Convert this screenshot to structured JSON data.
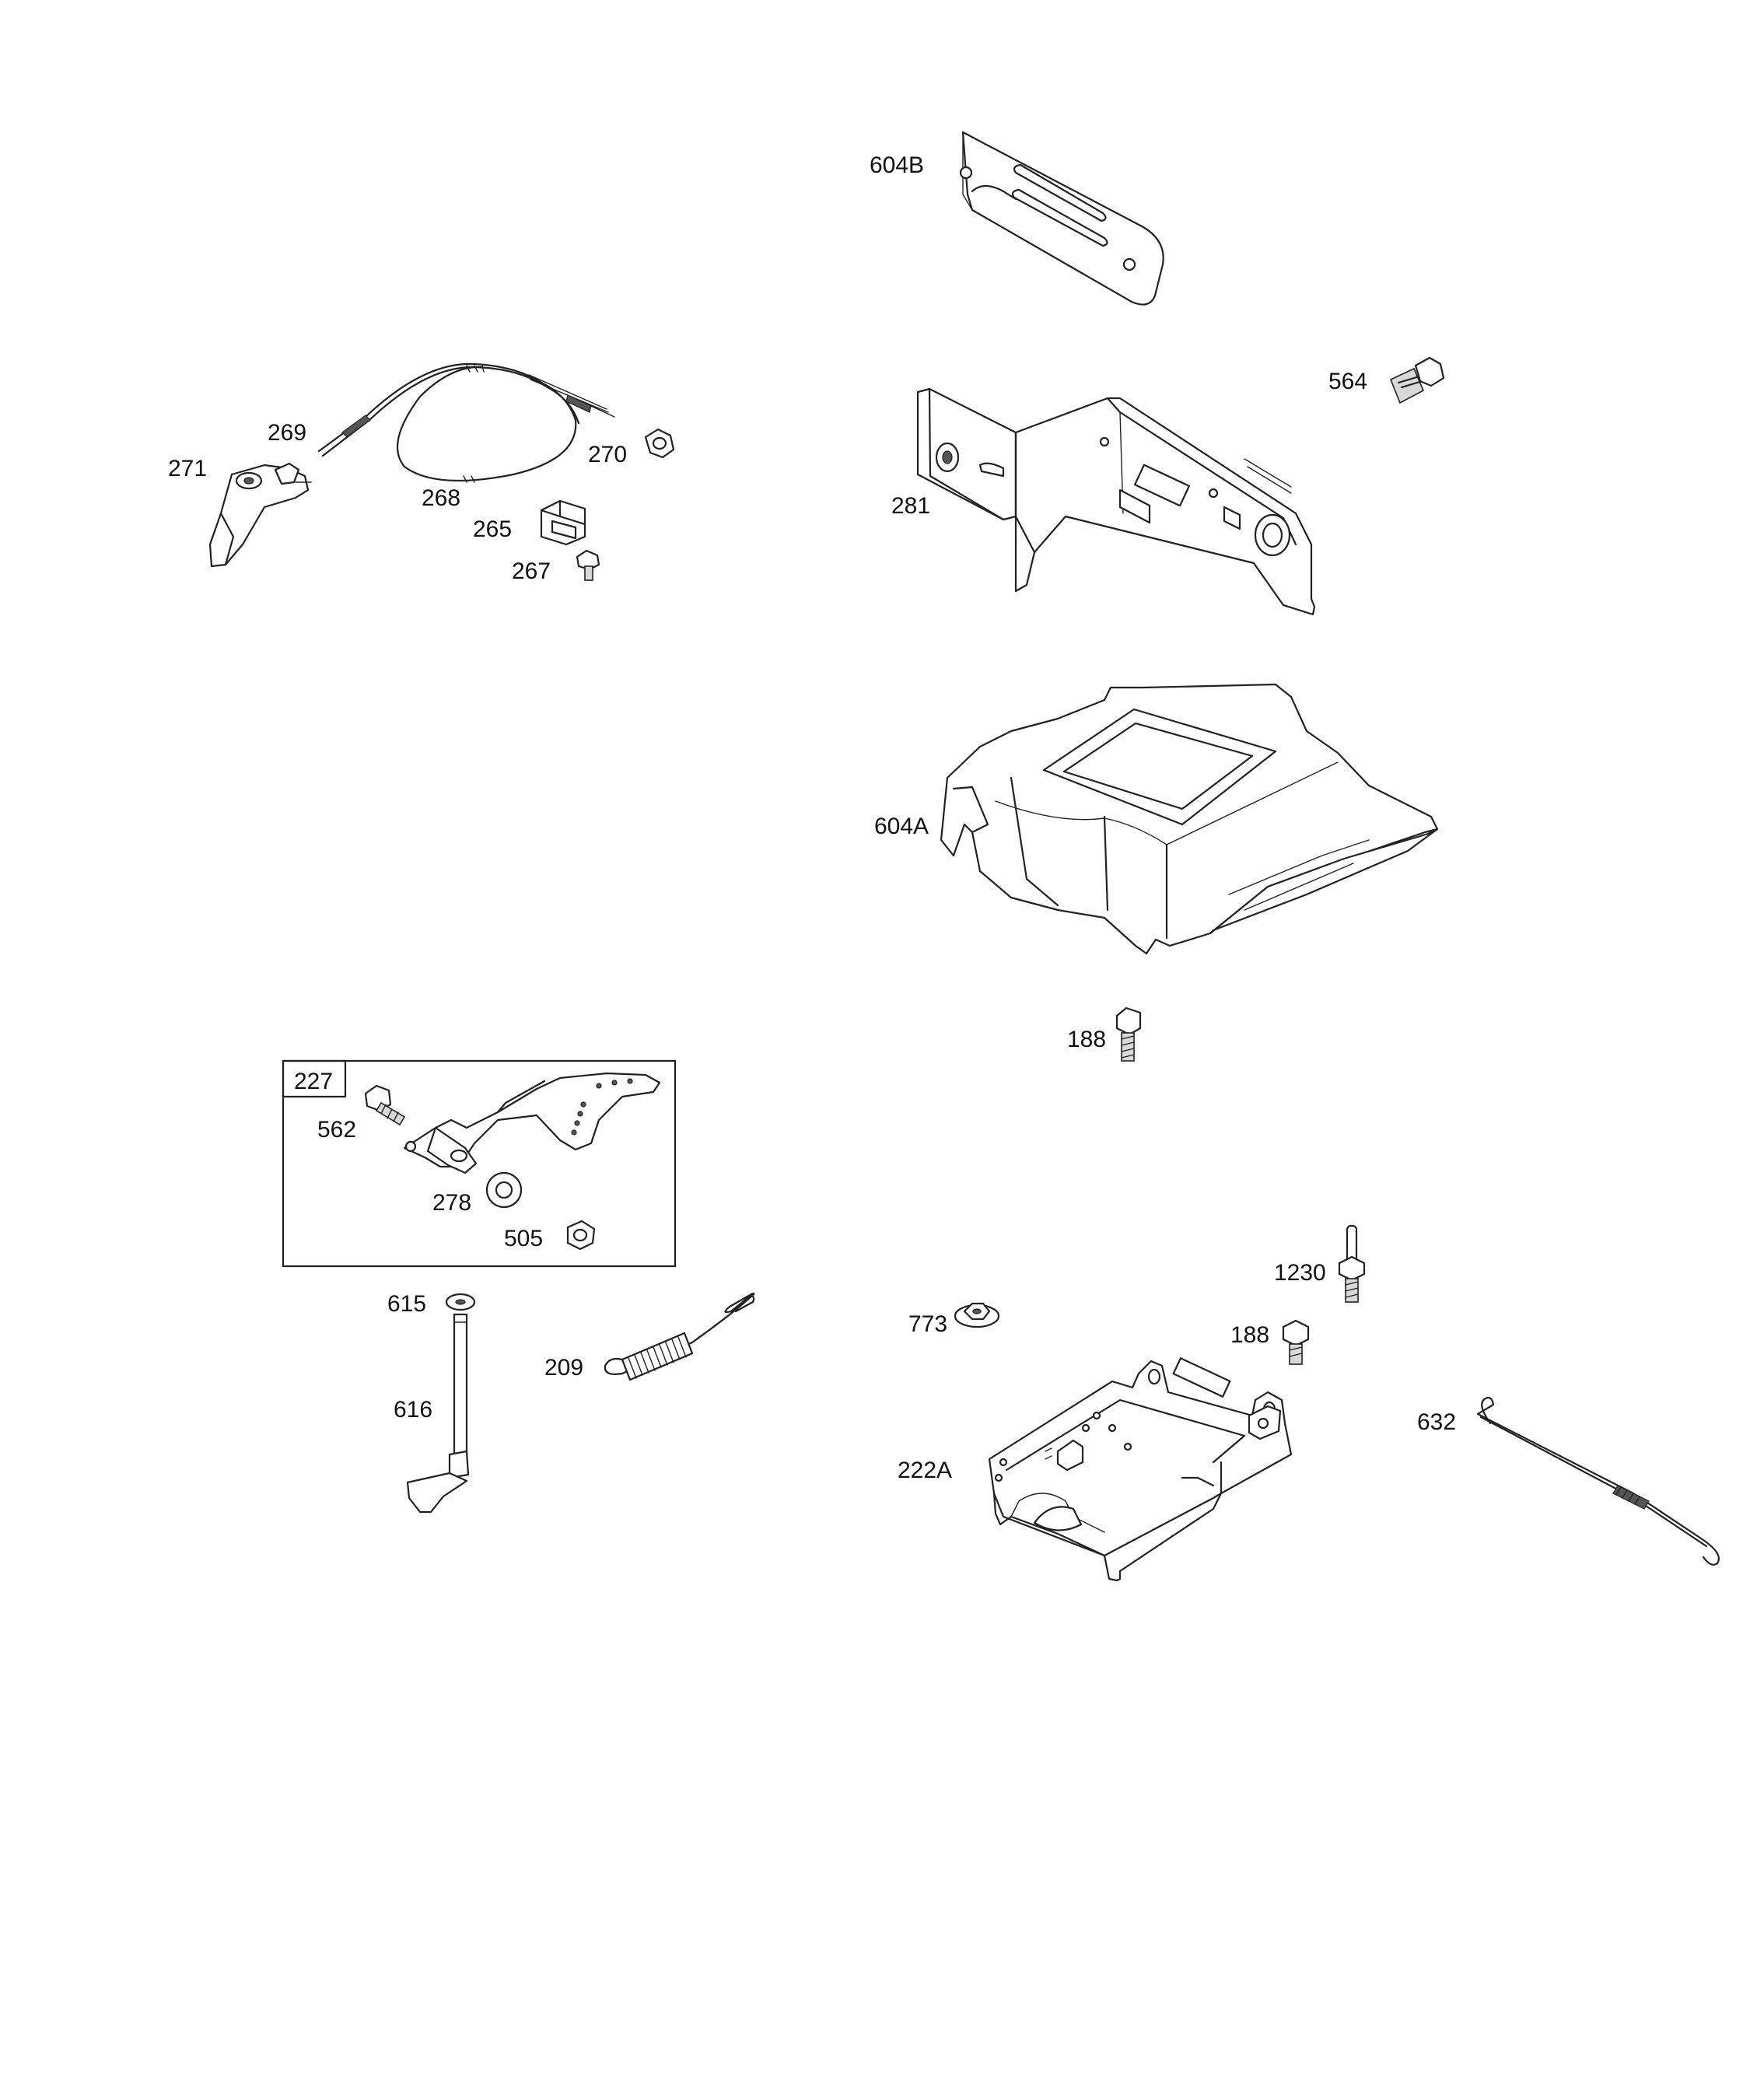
{
  "labels": {
    "p604B": "604B",
    "p564": "564",
    "p281": "281",
    "p604A": "604A",
    "p188a": "188",
    "p269": "269",
    "p271": "271",
    "p270": "270",
    "p268": "268",
    "p265": "265",
    "p267": "267",
    "p227": "227",
    "p562": "562",
    "p278": "278",
    "p505": "505",
    "p615": "615",
    "p616": "616",
    "p209": "209",
    "p1230": "1230",
    "p773": "773",
    "p188b": "188",
    "p632": "632",
    "p222A": "222A"
  }
}
